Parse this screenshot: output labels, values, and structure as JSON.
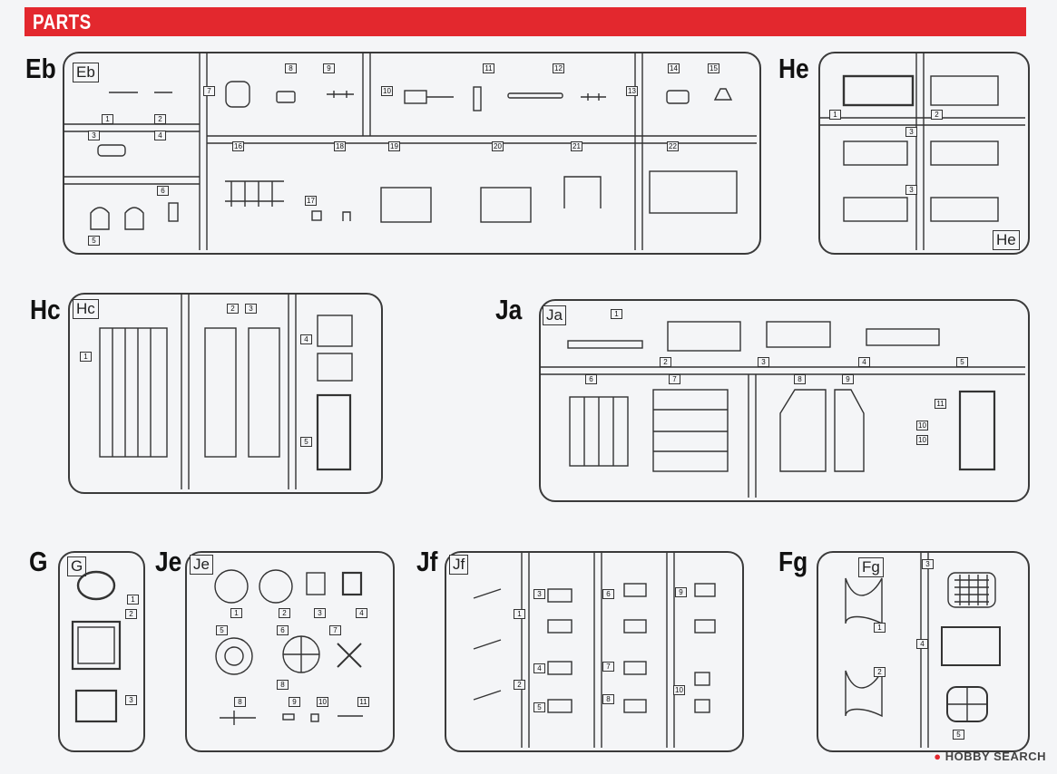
{
  "header": {
    "title": "PARTS",
    "accent_color": "#e3282e"
  },
  "watermark": {
    "text": "HOBBY SEARCH",
    "icon": "hobbysearch-logo-icon"
  },
  "sprues": {
    "eb": {
      "label": "Eb",
      "tag": "Eb",
      "numbers": [
        "1",
        "2",
        "3",
        "4",
        "5",
        "6",
        "7",
        "8",
        "9",
        "10",
        "11",
        "12",
        "13",
        "14",
        "15",
        "16",
        "17",
        "18",
        "19",
        "20",
        "21",
        "22"
      ]
    },
    "he": {
      "label": "He",
      "tag": "He",
      "numbers": [
        "1",
        "2",
        "3",
        "3"
      ]
    },
    "hc": {
      "label": "Hc",
      "tag": "Hc",
      "numbers": [
        "1",
        "2",
        "3",
        "4",
        "5"
      ]
    },
    "ja": {
      "label": "Ja",
      "tag": "Ja",
      "numbers": [
        "1",
        "2",
        "3",
        "4",
        "5",
        "6",
        "7",
        "8",
        "9",
        "10",
        "10",
        "11"
      ]
    },
    "g": {
      "label": "G",
      "tag": "G",
      "numbers": [
        "1",
        "2",
        "3"
      ]
    },
    "je": {
      "label": "Je",
      "tag": "Je",
      "numbers": [
        "1",
        "2",
        "3",
        "4",
        "5",
        "6",
        "7",
        "8",
        "8",
        "9",
        "10",
        "11"
      ]
    },
    "jf": {
      "label": "Jf",
      "tag": "Jf",
      "numbers": [
        "1",
        "2",
        "3",
        "4",
        "5",
        "6",
        "7",
        "8",
        "9",
        "10"
      ]
    },
    "fg": {
      "label": "Fg",
      "tag": "Fg",
      "numbers": [
        "1",
        "2",
        "3",
        "4",
        "5"
      ]
    }
  }
}
